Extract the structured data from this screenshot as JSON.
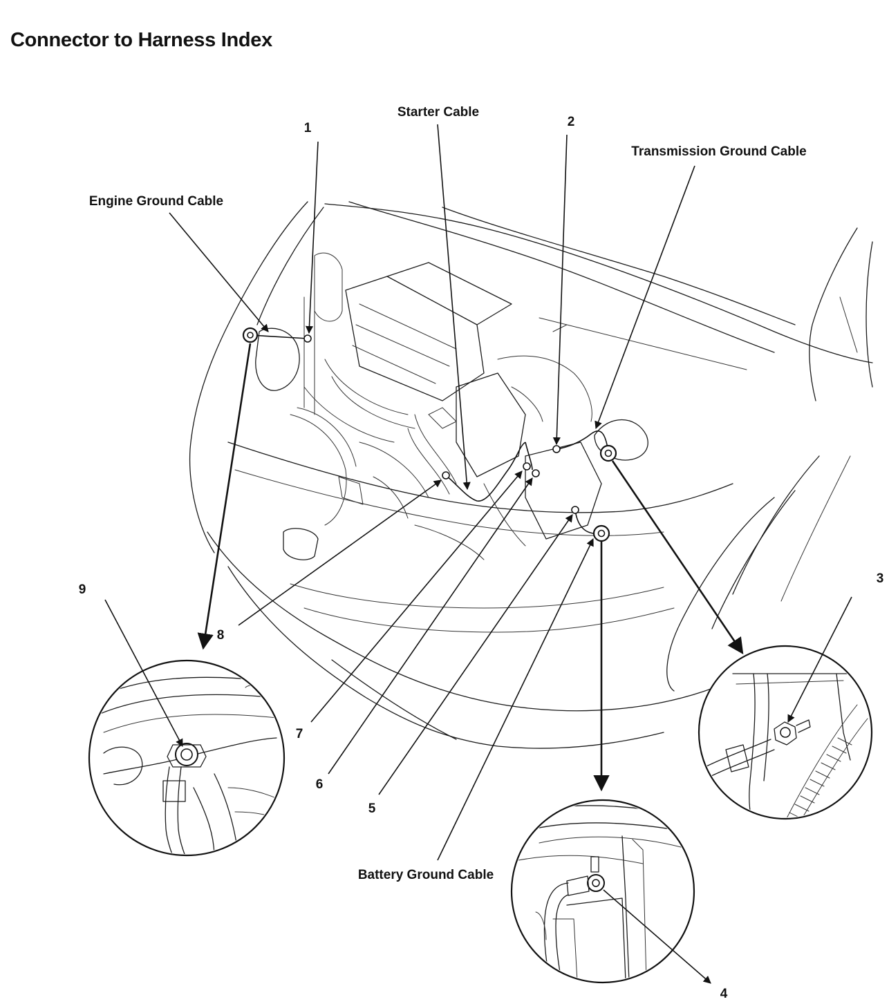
{
  "page": {
    "title": "Connector to Harness Index"
  },
  "labels": {
    "starter_cable": "Starter Cable",
    "transmission_ground_cable": "Transmission Ground Cable",
    "engine_ground_cable": "Engine Ground Cable",
    "battery_ground_cable": "Battery Ground Cable",
    "n1": "1",
    "n2": "2",
    "n3": "3",
    "n4": "4",
    "n5": "5",
    "n6": "6",
    "n7": "7",
    "n8": "8",
    "n9": "9"
  }
}
